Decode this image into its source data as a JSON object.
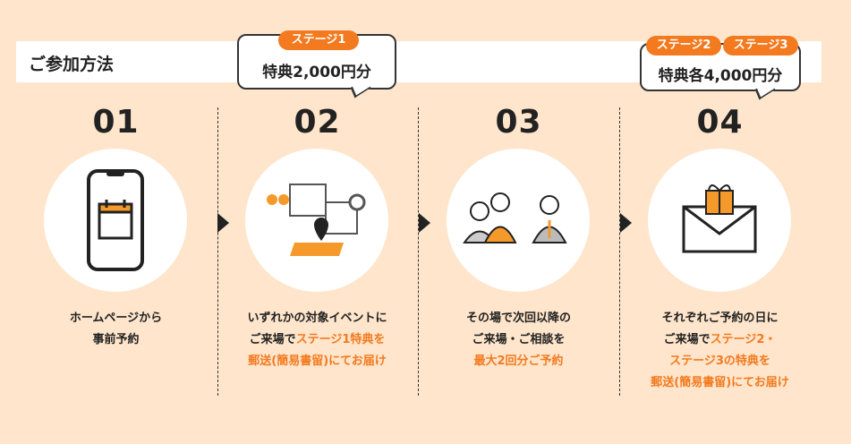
{
  "title": "ご参加方法",
  "steps": [
    {
      "num": "01",
      "lines": [
        [
          {
            "t": "ホームページから",
            "o": false
          }
        ],
        [
          {
            "t": "事前予約",
            "o": false
          }
        ]
      ]
    },
    {
      "num": "02",
      "lines": [
        [
          {
            "t": "いずれかの対象イベントに",
            "o": false
          }
        ],
        [
          {
            "t": "ご来場で",
            "o": false
          },
          {
            "t": "ステージ1特典を",
            "o": true
          }
        ],
        [
          {
            "t": "郵送(簡易書留)にてお届け",
            "o": true
          }
        ]
      ]
    },
    {
      "num": "03",
      "lines": [
        [
          {
            "t": "その場で次回以降の",
            "o": false
          }
        ],
        [
          {
            "t": "ご来場・ご相談を",
            "o": false
          }
        ],
        [
          {
            "t": "最大2回分ご予約",
            "o": true
          }
        ]
      ]
    },
    {
      "num": "04",
      "lines": [
        [
          {
            "t": "それぞれご予約の日に",
            "o": false
          }
        ],
        [
          {
            "t": "ご来場で",
            "o": false
          },
          {
            "t": "ステージ2・",
            "o": true
          }
        ],
        [
          {
            "t": "ステージ3の特典を",
            "o": true
          }
        ],
        [
          {
            "t": "郵送(簡易書留)にてお届け",
            "o": true
          }
        ]
      ]
    }
  ],
  "bubble1": {
    "tag": "ステージ1",
    "text": "特典2,000円分"
  },
  "bubble2": {
    "tag1": "ステージ2",
    "tag2": "ステージ3",
    "text": "特典各4,000円分"
  },
  "colors": {
    "accent": "#f37a1f",
    "bg": "#fee5cb"
  }
}
